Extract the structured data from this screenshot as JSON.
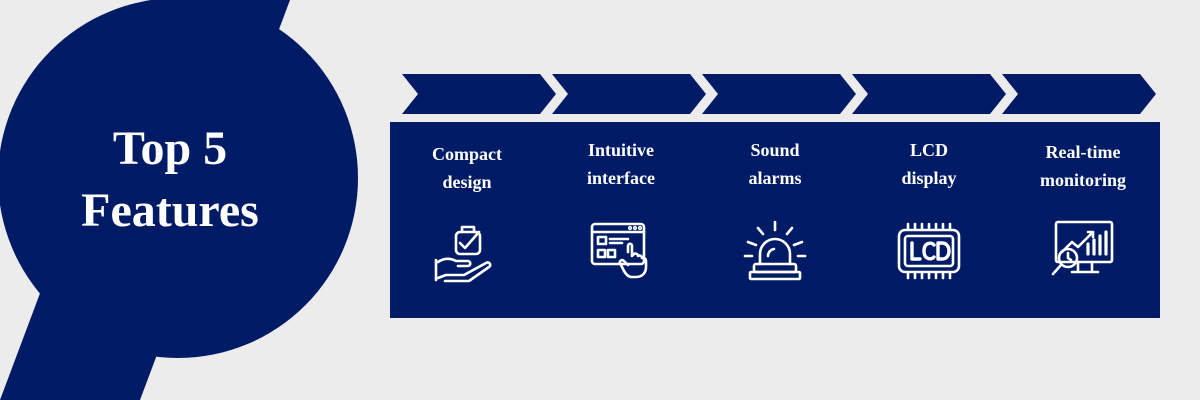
{
  "title": {
    "line1": "Top 5",
    "line2": "Features"
  },
  "colors": {
    "navy": "#001b66",
    "background": "#ececec",
    "text": "#ffffff"
  },
  "features": [
    {
      "line1": "Compact",
      "line2": "design",
      "icon": "hand-holding-box-check-icon"
    },
    {
      "line1": "Intuitive",
      "line2": "interface",
      "icon": "browser-window-pointer-icon"
    },
    {
      "line1": "Sound",
      "line2": "alarms",
      "icon": "siren-alarm-icon"
    },
    {
      "line1": "LCD",
      "line2": "display",
      "icon": "lcd-display-icon"
    },
    {
      "line1": "Real-time",
      "line2": "monitoring",
      "icon": "chart-monitor-magnifier-icon"
    }
  ]
}
